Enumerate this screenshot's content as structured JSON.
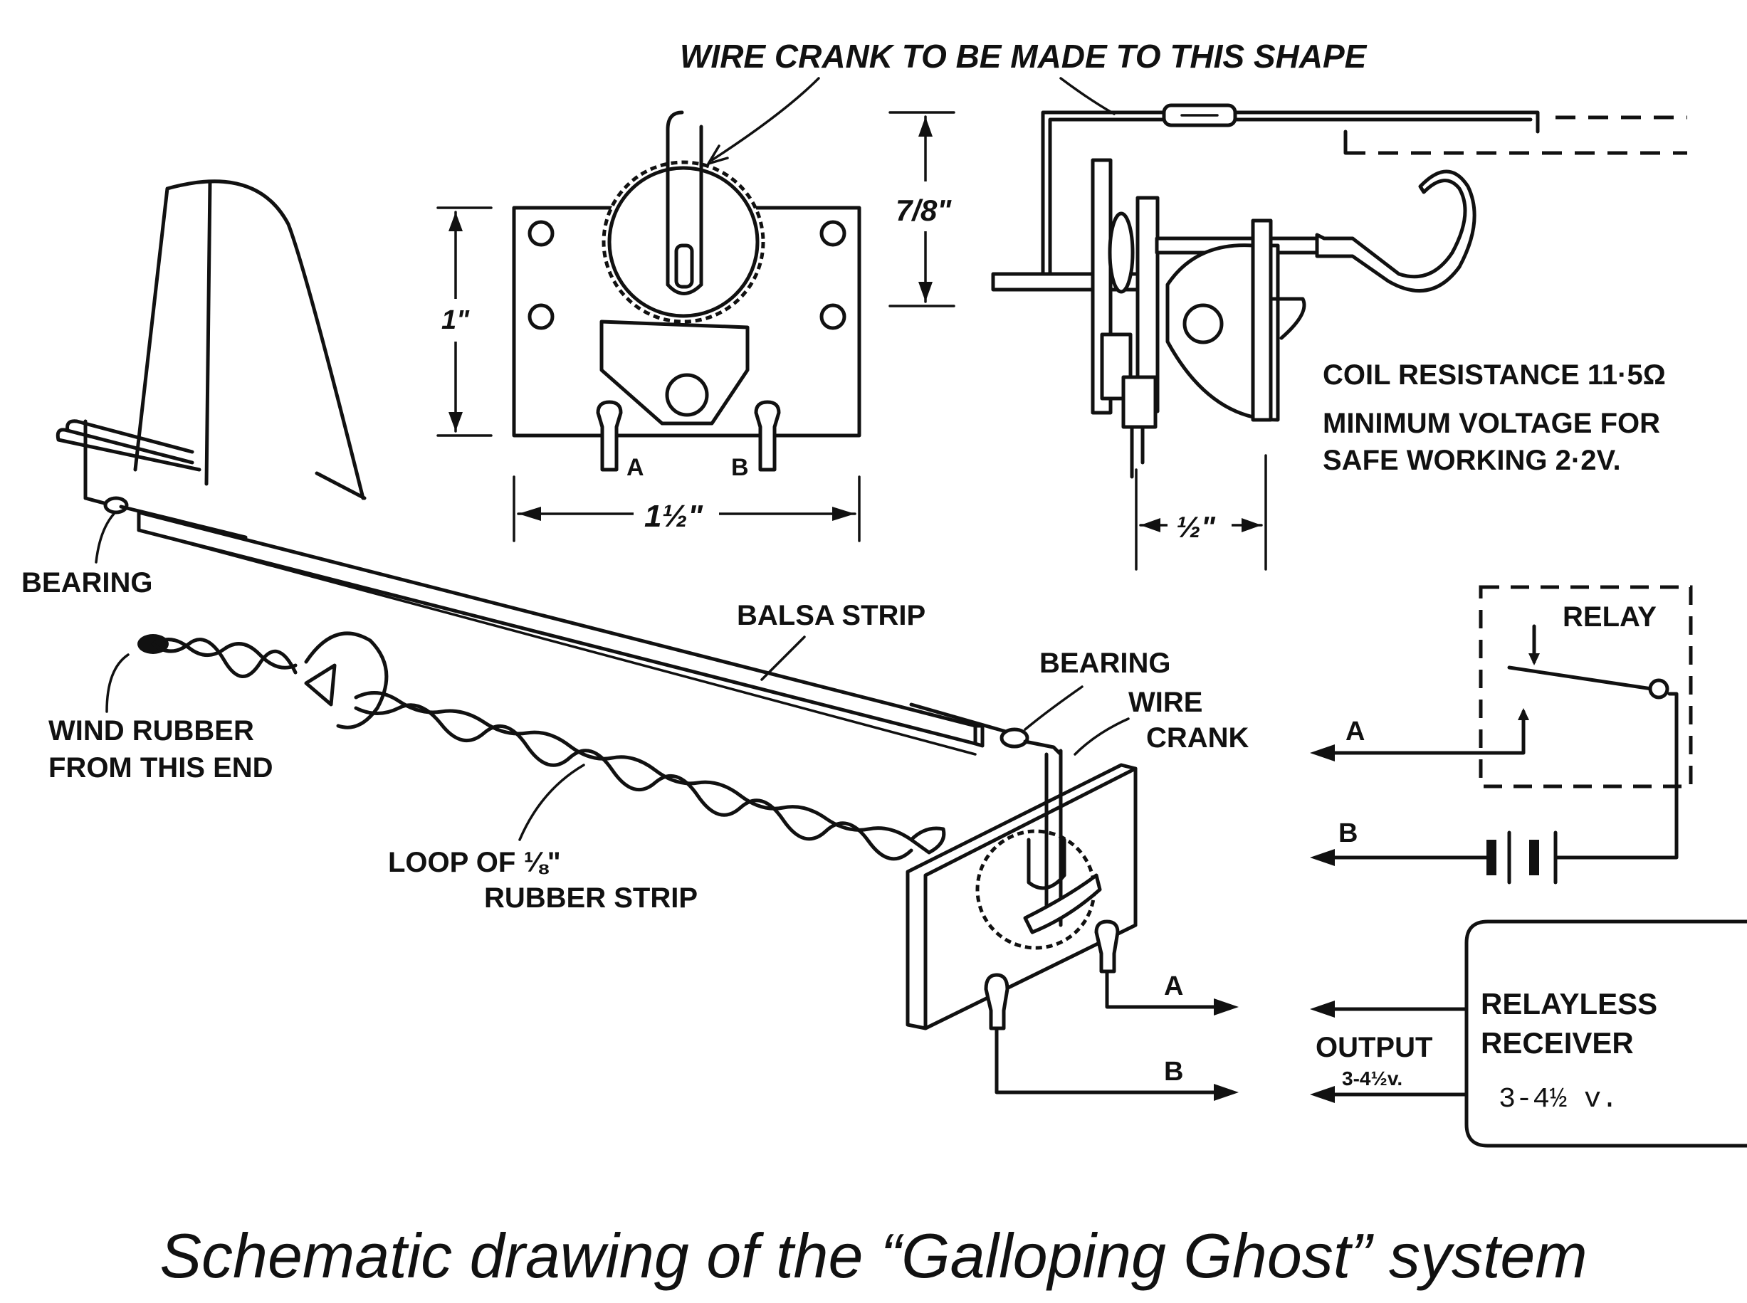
{
  "labels": {
    "wire_crank_shape": "WIRE CRANK TO BE MADE TO THIS SHAPE",
    "dim_seven_eighths": "7/8\"",
    "dim_one_inch": "1\"",
    "dim_one_and_half": "1½\"",
    "dim_half": "½\"",
    "terminal_a": "A",
    "terminal_b": "B",
    "coil_resistance": "COIL RESISTANCE 11·5Ω",
    "min_voltage_1": "MINIMUM VOLTAGE FOR",
    "min_voltage_2": "SAFE WORKING 2·2V.",
    "bearing_left": "BEARING",
    "balsa_strip": "BALSA STRIP",
    "bearing_right": "BEARING",
    "wire_crank_1": "WIRE",
    "wire_crank_2": "CRANK",
    "wind_rubber_1": "WIND RUBBER",
    "wind_rubber_2": "FROM THIS END",
    "loop_rubber_1": "LOOP OF ⅛\"",
    "loop_rubber_2": "RUBBER STRIP",
    "relay": "RELAY",
    "relay_a": "A",
    "relay_b": "B",
    "out_a": "A",
    "out_b": "B",
    "output": "OUTPUT",
    "output_voltage": "3-4½v.",
    "receiver_1": "RELAYLESS",
    "receiver_2": "RECEIVER",
    "receiver_voltage": "3-4½ v."
  },
  "caption": "Schematic drawing of the “Galloping Ghost” system"
}
